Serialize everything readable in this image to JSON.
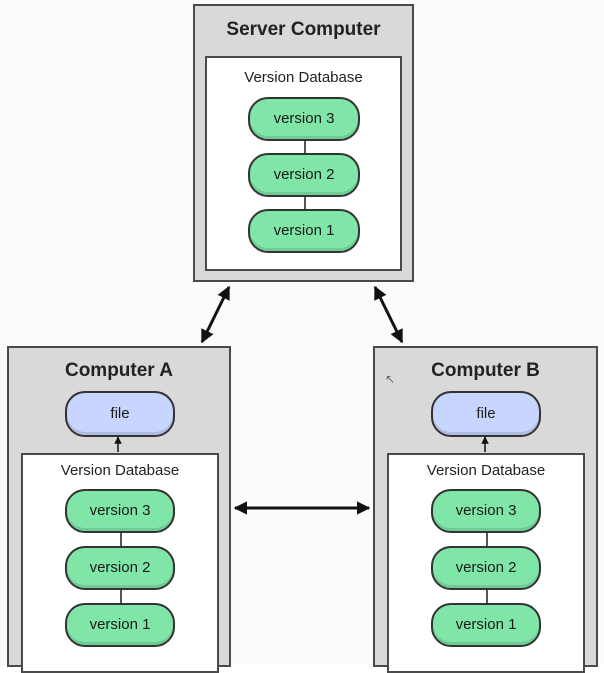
{
  "server": {
    "title": "Server Computer",
    "db_label": "Version Database",
    "versions": [
      "version 3",
      "version 2",
      "version 1"
    ]
  },
  "computer_a": {
    "title": "Computer A",
    "file_label": "file",
    "db_label": "Version Database",
    "versions": [
      "version 3",
      "version 2",
      "version 1"
    ]
  },
  "computer_b": {
    "title": "Computer B",
    "file_label": "file",
    "db_label": "Version Database",
    "versions": [
      "version 3",
      "version 2",
      "version 1"
    ]
  },
  "colors": {
    "machine_fill": "#d9d9d9",
    "version_fill": "#80e6a8",
    "file_fill": "#c8d6ff",
    "arrow": "#111111"
  }
}
